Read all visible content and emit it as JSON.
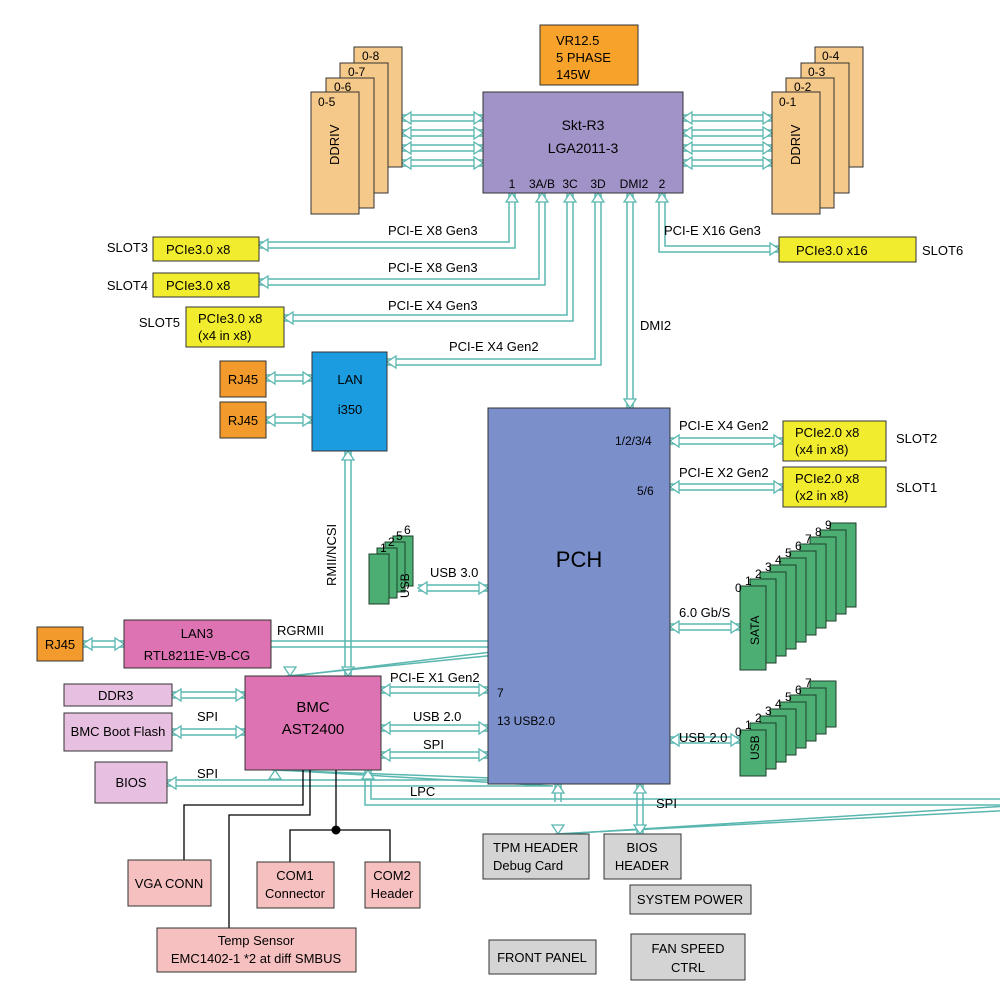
{
  "vr": {
    "line1": "VR12.5",
    "line2": "5 PHASE",
    "line3": "145W"
  },
  "cpu": {
    "line1": "Skt-R3",
    "line2": "LGA2011-3",
    "ports": [
      "1",
      "3A/B",
      "3C",
      "3D",
      "DMI2",
      "2"
    ]
  },
  "dimms_left": {
    "labels": [
      "0-8",
      "0-7",
      "0-6",
      "0-5"
    ],
    "type": "DDRIV"
  },
  "dimms_right": {
    "labels": [
      "0-4",
      "0-3",
      "0-2",
      "0-1"
    ],
    "type": "DDRIV"
  },
  "links": {
    "slot3": "PCI-E X8 Gen3",
    "slot4": "PCI-E X8 Gen3",
    "slot5": "PCI-E X4 Gen3",
    "lan": "PCI-E X4 Gen2",
    "slot6": "PCI-E X16 Gen3",
    "dmi": "DMI2",
    "slot2": "PCI-E X4 Gen2",
    "slot1": "PCI-E X2 Gen2",
    "ncsi": "RMII/NCSI",
    "rgrmii": "RGRMII",
    "bmc_pcie": "PCI-E X1 Gen2",
    "bmc_usb": "USB 2.0",
    "bmc_spi": "SPI",
    "bmc_flash_spi": "SPI",
    "bios_spi": "SPI",
    "lpc": "LPC",
    "usb3": "USB 3.0",
    "sata": "6.0 Gb/S",
    "usb2_right": "USB 2.0",
    "pch_spi": "SPI"
  },
  "slots": {
    "slot3": {
      "name": "SLOT3",
      "line1": "PCIe3.0 x8"
    },
    "slot4": {
      "name": "SLOT4",
      "line1": "PCIe3.0 x8"
    },
    "slot5": {
      "name": "SLOT5",
      "line1": "PCIe3.0 x8",
      "line2": "(x4 in x8)"
    },
    "slot6": {
      "name": "SLOT6",
      "line1": "PCIe3.0 x16"
    },
    "slot2": {
      "name": "SLOT2",
      "line1": "PCIe2.0 x8",
      "line2": "(x4 in x8)"
    },
    "slot1": {
      "name": "SLOT1",
      "line1": "PCIe2.0 x8",
      "line2": "(x2 in x8)"
    }
  },
  "lan": {
    "line1": "LAN",
    "line2": "i350"
  },
  "rj45": "RJ45",
  "pch": {
    "title": "PCH",
    "port_slot2": "1/2/3/4",
    "port_slot1": "5/6",
    "port_pcie": "7",
    "port_usb": "13 USB2.0"
  },
  "usb3_stack": {
    "label": "USB",
    "numbers": [
      "6",
      "5",
      "2",
      "1"
    ]
  },
  "sata_stack": {
    "label": "SATA",
    "numbers": [
      "0",
      "1",
      "2",
      "3",
      "4",
      "5",
      "6",
      "7",
      "8",
      "9"
    ]
  },
  "usb2_stack": {
    "label": "USB",
    "numbers": [
      "0",
      "1",
      "2",
      "3",
      "4",
      "5",
      "6",
      "7"
    ]
  },
  "lan3": {
    "line1": "LAN3",
    "line2": "RTL8211E-VB-CG"
  },
  "bmc": {
    "line1": "BMC",
    "line2": "AST2400"
  },
  "ddr3": "DDR3",
  "bmc_flash": "BMC Boot Flash",
  "bios": "BIOS",
  "vga": "VGA CONN",
  "com1": {
    "line1": "COM1",
    "line2": "Connector"
  },
  "com2": {
    "line1": "COM2",
    "line2": "Header"
  },
  "temp": {
    "line1": "Temp Sensor",
    "line2": "EMC1402-1 *2 at diff SMBUS"
  },
  "tpm": {
    "line1": "TPM HEADER",
    "line2": "Debug Card"
  },
  "bios_header": {
    "line1": "BIOS",
    "line2": "HEADER"
  },
  "system_power": "SYSTEM POWER",
  "front_panel": "FRONT PANEL",
  "fan_speed": {
    "line1": "FAN SPEED",
    "line2": "CTRL"
  },
  "colors": {
    "cpu": "#a193c7",
    "pch": "#7b8fcb",
    "dimm": "#f5c98a",
    "slot": "#f2ec2e",
    "lan": "#1b9ce0",
    "rj45": "#f39a2c",
    "vr": "#f7a22b",
    "bmc": "#dd73b3",
    "pink_light": "#e7bfe0",
    "salmon": "#f7c0c0",
    "gray": "#d4d4d4",
    "green": "#4cae73",
    "arrow": "#5ab7b0"
  }
}
